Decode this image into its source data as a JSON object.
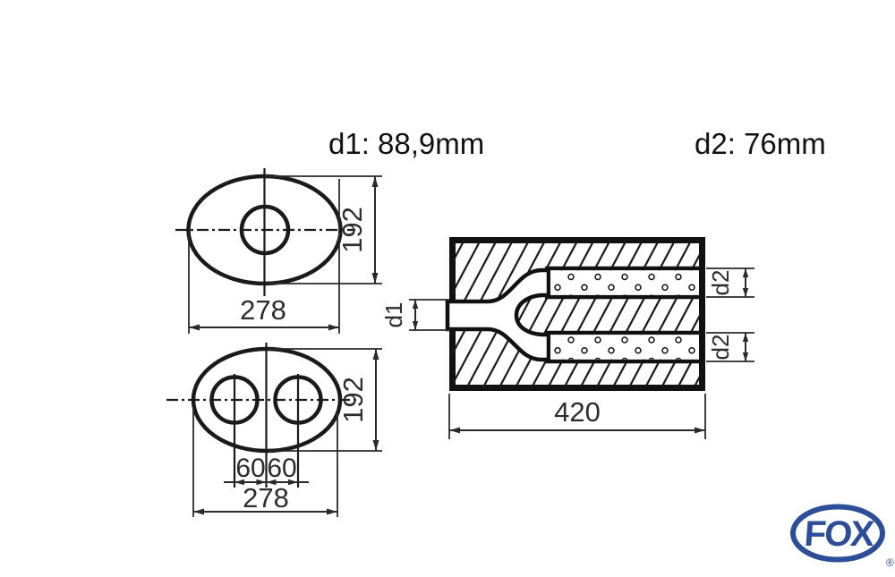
{
  "header": {
    "d1_label": "d1: 88,9mm",
    "d2_label": "d2: 76mm"
  },
  "top_view_single": {
    "width_dim": "278",
    "height_dim": "192"
  },
  "top_view_dual": {
    "width_dim": "278",
    "height_dim": "192",
    "offset_left": "60",
    "offset_right": "60"
  },
  "section_view": {
    "length_dim": "420",
    "inlet_label": "d1",
    "outlet_top_label": "d2",
    "outlet_bottom_label": "d2"
  },
  "logo": {
    "brand": "FOX",
    "registered": "®"
  },
  "colors": {
    "line": "#1a1a1a",
    "dim_line": "#2a2a2a",
    "logo_blue": "#2b4d9d"
  }
}
